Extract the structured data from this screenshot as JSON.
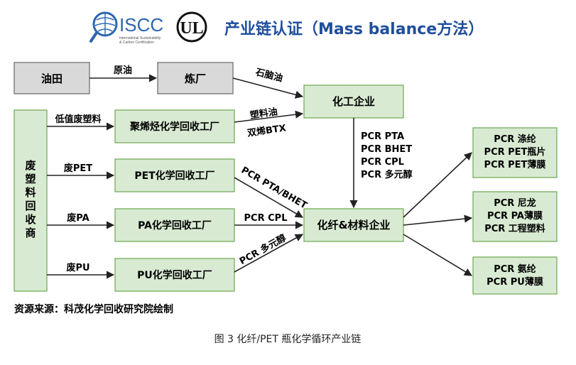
{
  "header": {
    "isscc_logo_text": "ISCC",
    "isscc_subtitle_1": "International Sustainability",
    "isscc_subtitle_2": "& Carbon Certification",
    "ul_logo_text": "UL",
    "title": "产业链认证（Mass balance方法）"
  },
  "nodes": {
    "oilfield": "油田",
    "refinery": "炼厂",
    "chemical": "化工企业",
    "waste_plastic": [
      "废",
      "塑",
      "料",
      "回",
      "收",
      "商"
    ],
    "polyolefin": "聚烯烃化学回收工厂",
    "pet_plant": "PET化学回收工厂",
    "pa_plant": "PA化学回收工厂",
    "pu_plant": "PU化学回收工厂",
    "fiber": "化纤&材料企业",
    "out1": [
      "PCR 涤纶",
      "PCR PET瓶片",
      "PCR PET薄膜"
    ],
    "out2": [
      "PCR 尼龙",
      "PCR PA薄膜",
      "PCR 工程塑料"
    ],
    "out3": [
      "PCR 氨纶",
      "PCR PU薄膜"
    ]
  },
  "edges": {
    "crude_oil": "原油",
    "naphtha": "石脑油",
    "low_value_waste": "低值废塑料",
    "plastic_oil": "塑料油",
    "diene_btx": "双烯BTX",
    "waste_pet": "废PET",
    "waste_pa": "废PA",
    "waste_pu": "废PU",
    "pcr_list": [
      "PCR PTA",
      "PCR BHET",
      "PCR CPL",
      "PCR 多元醇"
    ],
    "pet_to_fiber": "PCR PTA/BHET",
    "pa_to_fiber": "PCR CPL",
    "pu_to_fiber": "PCR 多元醇"
  },
  "source": "资源来源：科茂化学回收研究院绘制",
  "caption": "图 3  化纤/PET 瓶化学循环产业链",
  "colors": {
    "green_box": "#d9ead3",
    "green_border": "#6aa84f",
    "gray_box": "#d9d9d9",
    "gray_border": "#666666",
    "title": "#1f4e9c",
    "logo": "#2a66b0"
  }
}
